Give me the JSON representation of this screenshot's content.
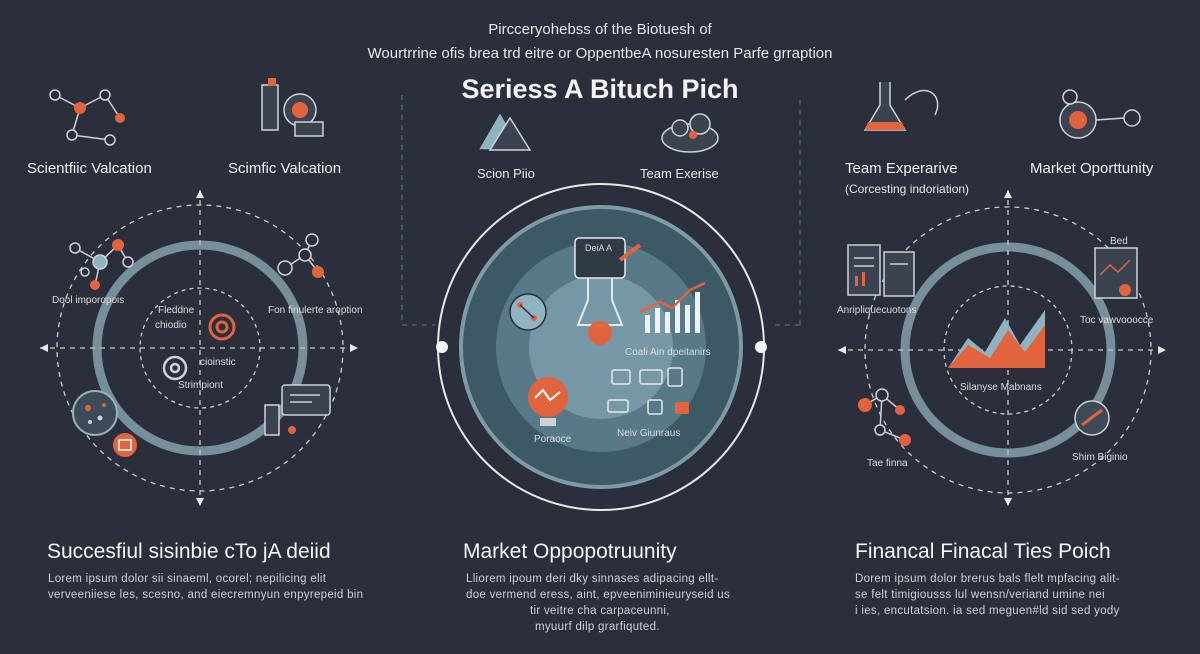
{
  "header": {
    "subtitle_line1": "Pircceryohebss of the Biotuesh of",
    "subtitle_line2": "Wourtrrine ofis brea trd eitre or OppentbeA nosuresten Parfe grraption",
    "title": "Seriess A Bituch Pich"
  },
  "top_labels": {
    "left_1": "Scientfiic Valcation",
    "left_2": "Scimfic Valcation",
    "center_1": "Scion Piio",
    "center_2": "Team Exerise",
    "right_1": "Team Experarive",
    "right_1_sub": "(Corcesting indoriation)",
    "right_2": "Market Oporttunity"
  },
  "left_circle": {
    "label_tl": "Dool imporopois",
    "label_tr": "Fon finulerte aroption",
    "inner_1": "Fleddne",
    "inner_2": "chiodio",
    "inner_3": "cioinstic",
    "inner_4": "Strimpiont"
  },
  "center_circle": {
    "badge": "DeiA A",
    "label_chart": "Coali Ain dpeitanirs",
    "label_left": "Poraoce",
    "label_right": "Neiv Giunraus"
  },
  "right_circle": {
    "label_tl": "Anripliquecuotons",
    "label_tr": "Bed",
    "label_r": "Toc vawvooocce",
    "label_center": "Silanyse Mabnans",
    "label_bl": "Tae finna",
    "label_br": "Shim Biginio"
  },
  "bottom": {
    "left_heading": "Succesfiul sisinbie cTo jA deiid",
    "left_body": [
      "Lorem  ipsum  dolor  sii  sinaeml,  ocorel;  nepilicing  elit",
      "verveeniiese  les,  scesno,  and  eiecremnyun  enpyrepeid  bin"
    ],
    "center_heading": "Market Oppopotruunity",
    "center_body": [
      "Lliorem  ipoum  deri  dky  sinnases  adipacing  ellt-",
      "doe  vermend  eress,  aint,  epveeniminieuryseid  us",
      "tir  veitre  cha  carpaceunni,",
      "myuurf  dilp  grarfiquted."
    ],
    "right_heading": "Financal Finacal Ties Poich",
    "right_body": [
      "Dorem  ipsum  dolor  brerus  bals  flelt  mpfacing  alit-",
      "se  felt  timigiousss  lul  wensn/veriand  umine  nei",
      "i  ies,  encutatsion.  ia  sed  meguen#ld  sid  sed  yody"
    ]
  },
  "colors": {
    "background": "#2a2f3b",
    "ring": "#7e9aa6",
    "accent": "#e2643e",
    "teal": "#8fb3bf",
    "dashed": "#c8ccd2"
  }
}
